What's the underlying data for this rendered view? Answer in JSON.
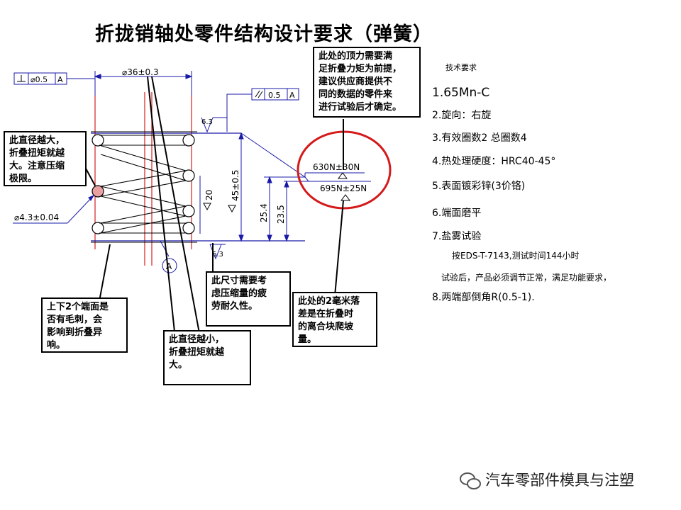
{
  "title": "折拢销轴处零件结构设计要求（弹簧）",
  "dimensions": {
    "perp_tol": "0.5",
    "perp_ref": "A",
    "diam_outer": "⌀36±0.3",
    "parallel_tol": "0.5",
    "parallel_ref": "A",
    "roughness_top": "6.3",
    "roughness_bottom": "6.3",
    "dim_20": "20",
    "dim_45": "45±0.5",
    "dim_25_4": "25.4",
    "dim_23_5": "23.5",
    "wire_diam": "⌀4.3±0.04",
    "force_1": "630N±30N",
    "force_2": "695N±25N",
    "datum": "A"
  },
  "callouts": {
    "left_top": "此直径越大，\n折叠扭矩就越\n大。注意压缩\n极限。",
    "top_force": "此处的顶力需要满\n足折叠力矩为前提，\n建议供应商提供不\n同的数据的零件来\n进行试验后才确定。",
    "ends_burr": "上下2个端面是\n否有毛刺，会\n影响到折叠异\n响。",
    "small_diam": "此直径越小，\n折叠扭矩就越\n大。",
    "fatigue": "此尺寸需要考\n虑压缩量的疲\n劳耐久性。",
    "drop_2mm": "此处的2毫米落\n差是在折叠时\n的离合块爬坡\n量。"
  },
  "requirements": {
    "heading": "技术要求",
    "items": [
      "1.65Mn-C",
      "2.旋向：右旋",
      "3.有效圈数2   总圈数4",
      "4.热处理硬度：HRC40-45°",
      "5.表面镀彩锌(3价铬)",
      "6.端面磨平",
      "7.盐雾试验",
      "按EDS-T-7143,测试时间144小时",
      "试验后，产品必须调节正常，满足功能要求，",
      "8.两端部倒角R(0.5-1)."
    ]
  },
  "watermark": "汽车零部件模具与注塑",
  "colors": {
    "ink": "#000000",
    "dim_blue": "#1a1aa8",
    "center_red": "#d42020",
    "highlight_red": "#d41a1a",
    "section_fill": "#e9a0a0"
  }
}
